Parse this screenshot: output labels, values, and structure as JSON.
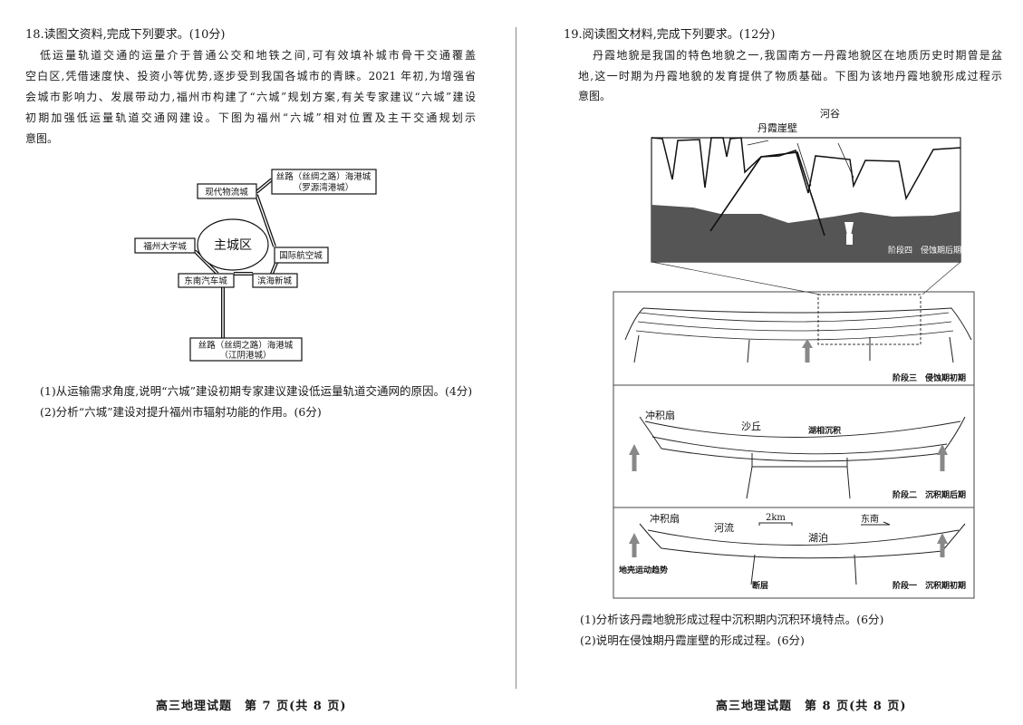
{
  "left": {
    "q18_title": "18.读图文资料,完成下列要求。(10分)",
    "paragraph": [
      "低运量轨道交通的运量介于普通公交和地铁之间,可有效填补城市骨干交通覆盖",
      "空白区,凭借速度快、投资小等优势,逐步受到我国各城市的青睐。2021 年初,为增强省",
      "会城市影响力、发展带动力,福州市构建了“六城”规划方案,有关专家建议“六城”建设",
      "初期加强低运量轨道交通网建设。下图为福州“六城”相对位置及主干交通规划示",
      "意图。"
    ],
    "map": {
      "center": "主城区",
      "port_north_1": "丝路（丝绸之路）海港城",
      "port_north_2": "（罗源湾港城）",
      "logistics": "现代物流城",
      "university": "福州大学城",
      "airport": "国际航空城",
      "auto": "东南汽车城",
      "coastal": "滨海新城",
      "port_south_1": "丝路（丝绸之路）海港城",
      "port_south_2": "（江阴港城）"
    },
    "questions": [
      "(1)从运输需求角度,说明“六城”建设初期专家建议建设低运量轨道交通网的原因。(4分)",
      "(2)分析“六城”建设对提升福州市辐射功能的作用。(6分)"
    ],
    "footer": "高三地理试题　第 7 页(共 8 页)"
  },
  "right": {
    "q19_title": "19.阅读图文材料,完成下列要求。(12分)",
    "paragraph": [
      "丹霞地貌是我国的特色地貌之一,我国南方一丹霞地貌区在地质历史时期曾是盆",
      "地,这一时期为丹霞地貌的发育提供了物质基础。下图为该地丹霞地貌形成过程示",
      "意图。"
    ],
    "diagram": {
      "cliff": "丹霞崖壁",
      "valley": "河谷",
      "stage4": "阶段四　侵蚀期后期",
      "stage3": "阶段三　侵蚀期初期",
      "fan2": "冲积扇",
      "dune": "沙丘",
      "lake_sed": "湖相沉积",
      "stage2": "阶段二　沉积期后期",
      "fan1": "冲积扇",
      "river": "河流",
      "scale": "2km",
      "southeast": "东南",
      "lake": "湖泊",
      "crust": "地壳运动趋势",
      "fault": "断层",
      "stage1": "阶段一　沉积期初期"
    },
    "questions": [
      "(1)分析该丹霞地貌形成过程中沉积期内沉积环境特点。(6分)",
      "(2)说明在侵蚀期丹霞崖壁的形成过程。(6分)"
    ],
    "footer": "高三地理试题　第 8 页(共 8 页)"
  }
}
